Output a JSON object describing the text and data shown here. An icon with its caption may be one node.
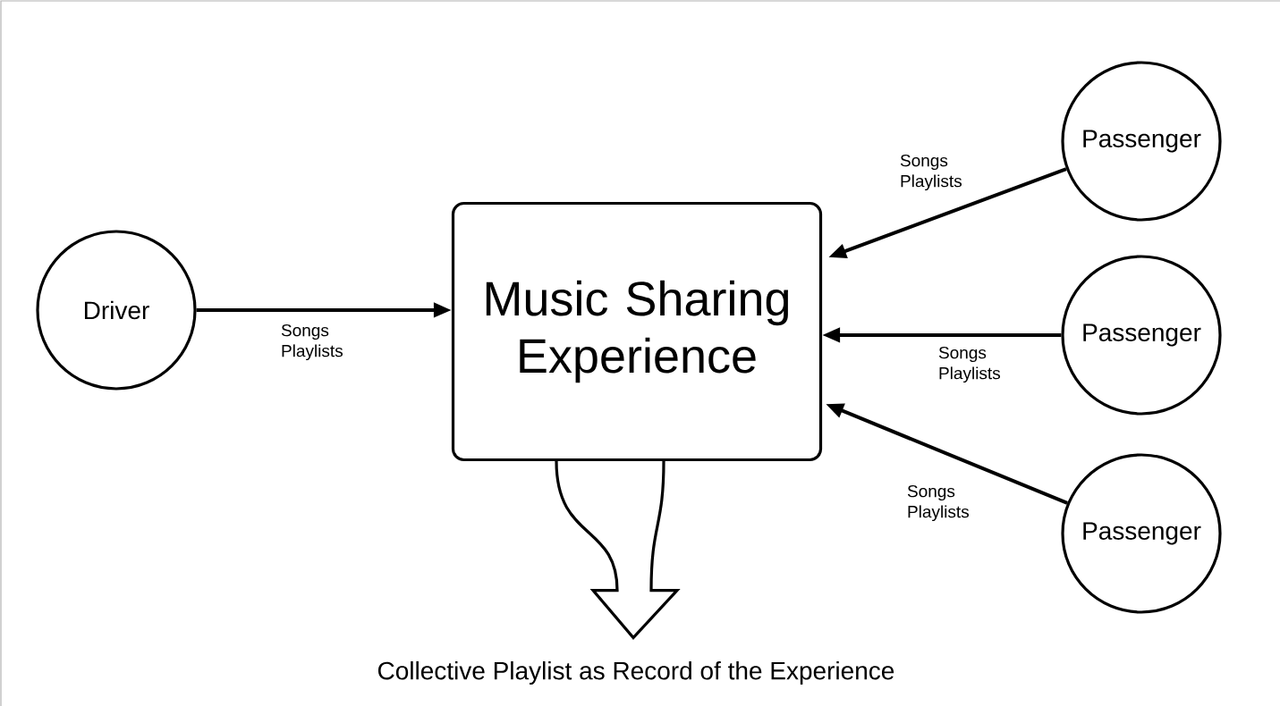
{
  "diagram": {
    "nodes": [
      {
        "text": [
          "Driver"
        ]
      },
      {
        "text": [
          "Music Sharing Experience"
        ]
      },
      {
        "text": [
          "Passenger"
        ]
      },
      {
        "text": [
          "Passenger"
        ]
      },
      {
        "text": [
          "Passenger"
        ]
      },
      {
        "text": [
          "Collective Playlist as Record of the Experience"
        ]
      }
    ],
    "edges": [
      {
        "from": 0,
        "to": 1,
        "arrow": "to",
        "label": "Songs Playlists"
      },
      {
        "from": 2,
        "to": 1,
        "arrow": "to",
        "label": "Songs Playlists"
      },
      {
        "from": 3,
        "to": 1,
        "arrow": "to",
        "label": "Songs Playlists"
      },
      {
        "from": 4,
        "to": 1,
        "arrow": "to",
        "label": "Songs Playlists"
      },
      {
        "from": 1,
        "to": 5,
        "arrow": "to",
        "style": "thick"
      }
    ]
  }
}
